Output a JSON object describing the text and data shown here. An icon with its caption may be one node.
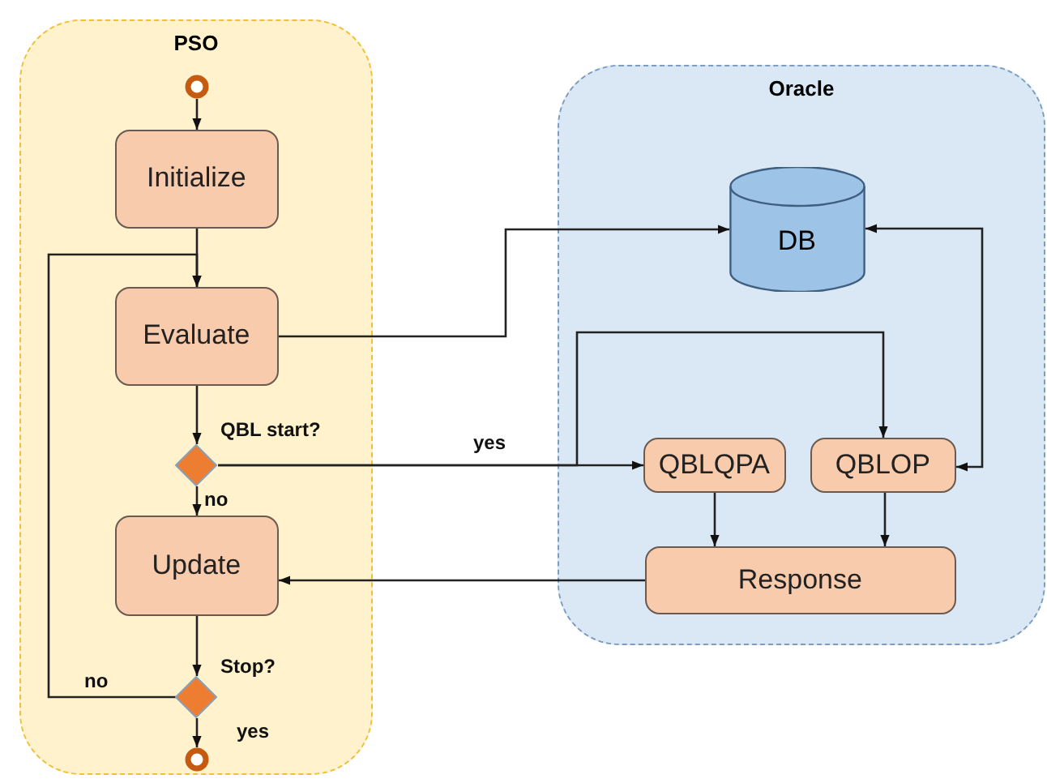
{
  "diagram": {
    "nodes": [
      {
        "text": [
          "PSO"
        ]
      },
      {
        "text": [],
        "shape": "circle",
        "in": 0
      },
      {
        "text": [
          "Initialize"
        ],
        "in": 0
      },
      {
        "text": [
          "Evaluate"
        ],
        "in": 0
      },
      {
        "text": [],
        "shape": "diamond",
        "in": 0,
        "beside": [
          "QBL start?"
        ]
      },
      {
        "text": [
          "Update"
        ],
        "in": 0
      },
      {
        "text": [],
        "shape": "diamond",
        "in": 0,
        "beside": [
          "Stop?"
        ]
      },
      {
        "text": [],
        "shape": "circle",
        "in": 0
      },
      {
        "text": [
          "Oracle"
        ]
      },
      {
        "text": [
          "DB"
        ],
        "in": 8
      },
      {
        "text": [
          "QBLQPA"
        ],
        "in": 8
      },
      {
        "text": [
          "QBLOP"
        ],
        "in": 8
      },
      {
        "text": [
          "Response"
        ],
        "in": 8
      }
    ],
    "edges": [
      {
        "from": 1,
        "to": 2,
        "arrow": "to"
      },
      {
        "from": 2,
        "to": 3,
        "arrow": "to"
      },
      {
        "from": 3,
        "to": 9,
        "arrow": "to"
      },
      {
        "from": 3,
        "to": 4,
        "arrow": "to"
      },
      {
        "from": 4,
        "to": 10,
        "arrow": "to",
        "label": "yes"
      },
      {
        "from": 4,
        "to": 11,
        "arrow": "to"
      },
      {
        "from": 4,
        "to": 5,
        "arrow": "to",
        "label": "no"
      },
      {
        "from": 5,
        "to": 6,
        "arrow": "to"
      },
      {
        "from": 6,
        "to": 3,
        "arrow": "to",
        "label": "no"
      },
      {
        "from": 6,
        "to": 7,
        "arrow": "to",
        "label": "yes"
      },
      {
        "from": 10,
        "to": 12,
        "arrow": "to"
      },
      {
        "from": 11,
        "to": 12,
        "arrow": "to"
      },
      {
        "from": 12,
        "to": 5,
        "arrow": "to"
      },
      {
        "from": 11,
        "to": 9,
        "arrow": "both"
      }
    ]
  }
}
